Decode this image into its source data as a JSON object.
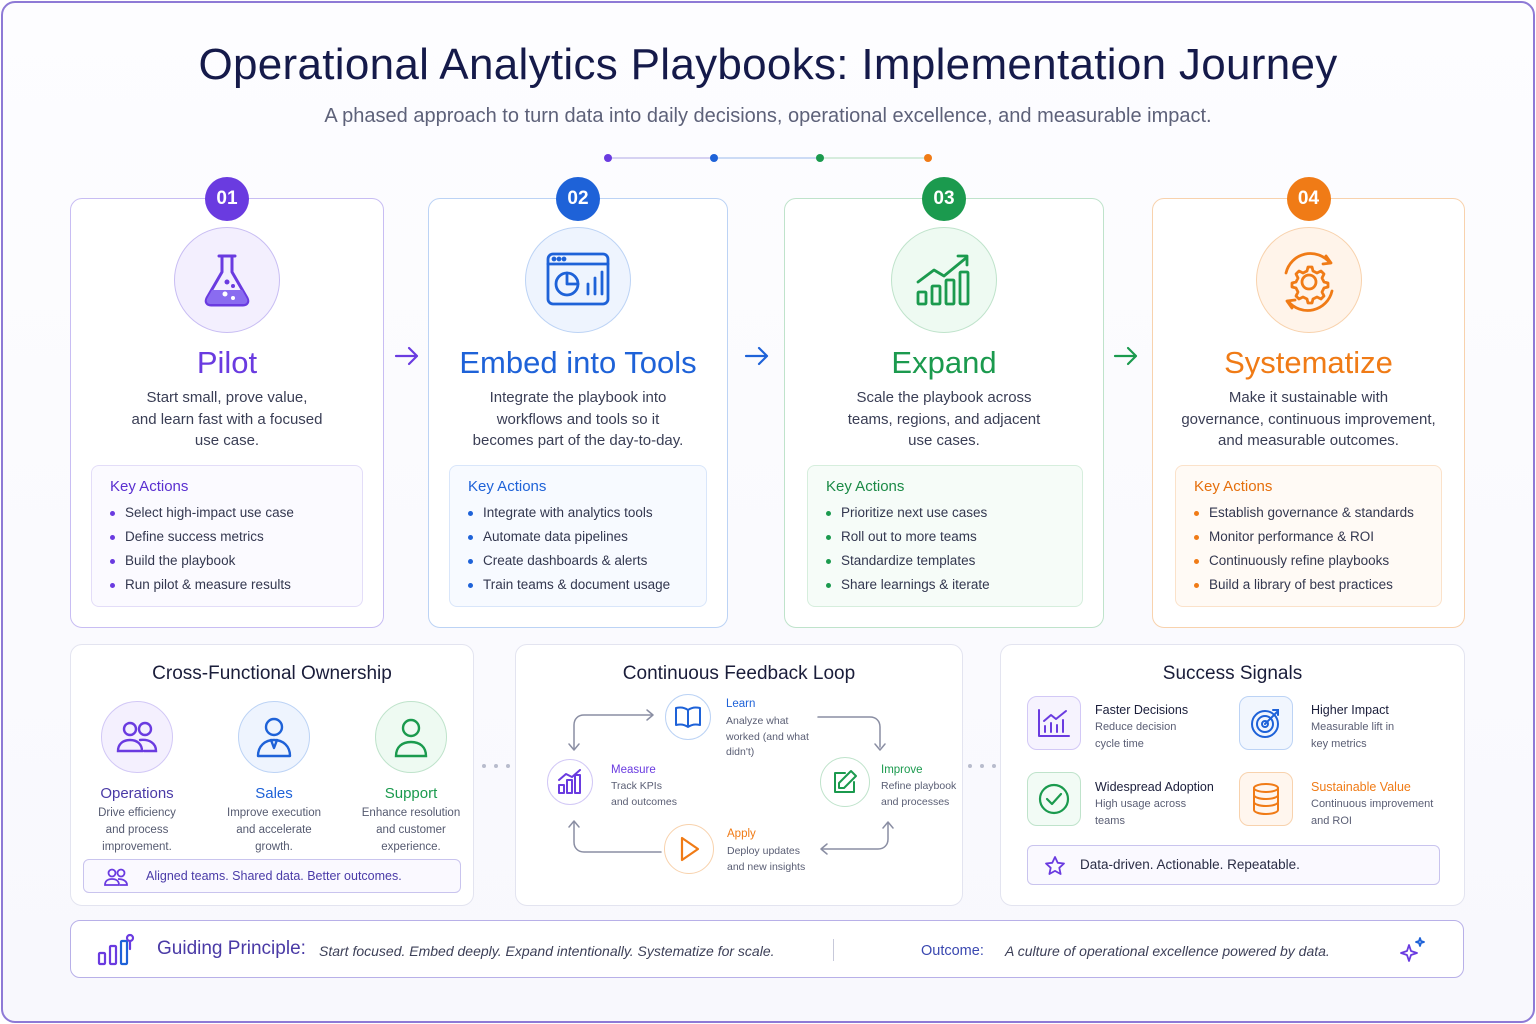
{
  "header": {
    "title": "Operational Analytics Playbooks: Implementation Journey",
    "subtitle": "A phased approach to turn data into daily decisions, operational excellence, and measurable impact."
  },
  "colors": {
    "purple": "#6a3be0",
    "blue": "#1e62d8",
    "green": "#1b9a4e",
    "orange": "#f07b16"
  },
  "phases": [
    {
      "number": "01",
      "name": "Pilot",
      "icon": "flask-icon",
      "description": "Start small, prove value,\nand learn fast with a focused\nuse case.",
      "actions_title": "Key Actions",
      "actions": [
        "Select high-impact use case",
        "Define success metrics",
        "Build the playbook",
        "Run pilot & measure results"
      ]
    },
    {
      "number": "02",
      "name": "Embed into Tools",
      "icon": "dashboard-window-icon",
      "description": "Integrate the playbook into\nworkflows and tools so it\nbecomes part of the day-to-day.",
      "actions_title": "Key Actions",
      "actions": [
        "Integrate with analytics tools",
        "Automate data pipelines",
        "Create dashboards & alerts",
        "Train teams & document usage"
      ]
    },
    {
      "number": "03",
      "name": "Expand",
      "icon": "growth-chart-icon",
      "description": "Scale the playbook across\nteams, regions, and adjacent\nuse cases.",
      "actions_title": "Key Actions",
      "actions": [
        "Prioritize next use cases",
        "Roll out to more teams",
        "Standardize templates",
        "Share learnings & iterate"
      ]
    },
    {
      "number": "04",
      "name": "Systematize",
      "icon": "gear-cycle-icon",
      "description": "Make it sustainable with\ngovernance, continuous improvement,\nand measurable outcomes.",
      "actions_title": "Key Actions",
      "actions": [
        "Establish governance & standards",
        "Monitor performance & ROI",
        "Continuously refine playbooks",
        "Build a library of best practices"
      ]
    }
  ],
  "ownership": {
    "title": "Cross-Functional Ownership",
    "items": [
      {
        "name": "Operations",
        "description": "Drive efficiency\nand process\nimprovement.",
        "icon": "team-icon"
      },
      {
        "name": "Sales",
        "description": "Improve execution\nand accelerate\ngrowth.",
        "icon": "user-badge-icon"
      },
      {
        "name": "Support",
        "description": "Enhance resolution\nand customer\nexperience.",
        "icon": "user-icon"
      }
    ],
    "footer": "Aligned teams. Shared data. Better outcomes."
  },
  "feedback": {
    "title": "Continuous Feedback Loop",
    "nodes": {
      "learn": {
        "label": "Learn",
        "description": "Analyze what\nworked (and what\ndidn't)",
        "icon": "book-icon"
      },
      "measure": {
        "label": "Measure",
        "description": "Track KPIs\nand outcomes",
        "icon": "bar-chart-icon"
      },
      "improve": {
        "label": "Improve",
        "description": "Refine playbook\nand processes",
        "icon": "edit-icon"
      },
      "apply": {
        "label": "Apply",
        "description": "Deploy updates\nand new insights",
        "icon": "play-icon"
      }
    }
  },
  "signals": {
    "title": "Success Signals",
    "items": [
      {
        "title": "Faster Decisions",
        "description": "Reduce decision\ncycle time",
        "icon": "trend-chart-icon"
      },
      {
        "title": "Higher Impact",
        "description": "Measurable lift in\nkey metrics",
        "icon": "target-icon"
      },
      {
        "title": "Widespread Adoption",
        "description": "High usage across\nteams",
        "icon": "check-circle-icon"
      },
      {
        "title": "Sustainable Value",
        "description": "Continuous improvement\nand ROI",
        "icon": "database-icon"
      }
    ],
    "tagline": "Data-driven. Actionable. Repeatable."
  },
  "guide": {
    "label": "Guiding Principle:",
    "text": "Start focused. Embed deeply. Expand intentionally. Systematize for scale.",
    "outcome_label": "Outcome:",
    "outcome_text": "A culture of operational excellence powered by data."
  }
}
